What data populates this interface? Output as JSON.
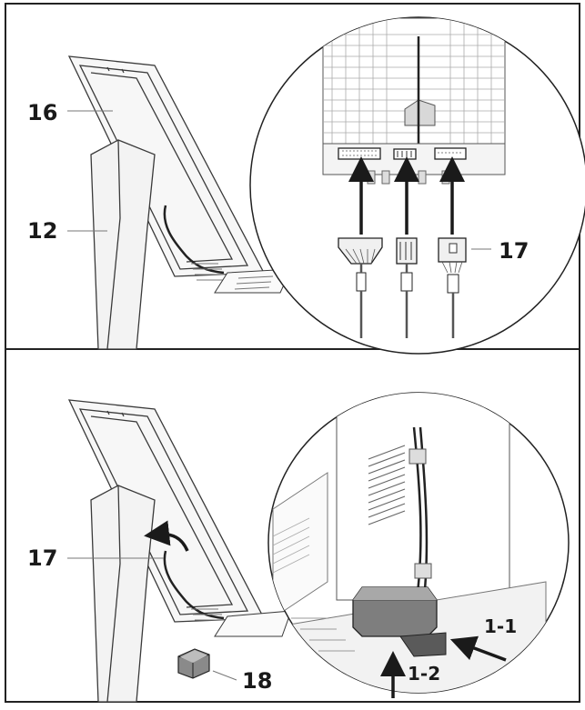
{
  "figure": {
    "panels": [
      {
        "callouts": [
          {
            "id": "display-back",
            "label": "16"
          },
          {
            "id": "stand-column",
            "label": "12"
          },
          {
            "id": "cable-connectors",
            "label": "17"
          }
        ]
      },
      {
        "callouts": [
          {
            "id": "cable-route",
            "label": "17"
          },
          {
            "id": "connector-cover",
            "label": "18"
          },
          {
            "id": "step-1-1",
            "label": "1-1"
          },
          {
            "id": "step-1-2",
            "label": "1-2"
          }
        ]
      }
    ]
  },
  "colors": {
    "stroke": "#3a3a3a",
    "light_stroke": "#9a9a9a",
    "fill_light": "#ececec",
    "fill_mid": "#9a9a9a",
    "fill_dark": "#555555",
    "arrow": "#1a1a1a"
  }
}
